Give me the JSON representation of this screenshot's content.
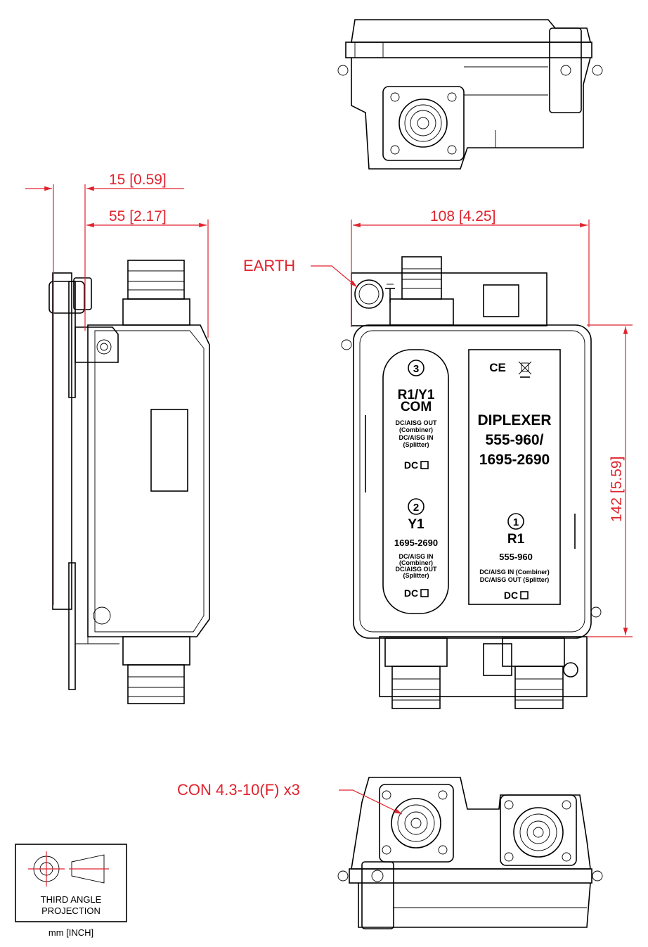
{
  "dimensions": {
    "offset": "15 [0.59]",
    "depth": "55 [2.17]",
    "width": "108 [4.25]",
    "height": "142 [5.59]"
  },
  "callouts": {
    "earth": "EARTH",
    "connector": "CON 4.3-10(F) x3"
  },
  "label_panel_left": {
    "port3_number": "3",
    "port3_name_line1": "R1/Y1",
    "port3_name_line2": "COM",
    "port3_desc_line1": "DC/AISG OUT",
    "port3_desc_line2": "(Combiner)",
    "port3_desc_line3": "DC/AISG IN",
    "port3_desc_line4": "(Splitter)",
    "port3_dc": "DC",
    "port2_number": "2",
    "port2_name": "Y1",
    "port2_band": "1695-2690",
    "port2_desc_line1": "DC/AISG IN",
    "port2_desc_line2": "(Combiner)",
    "port2_desc_line3": "DC/AISG OUT",
    "port2_desc_line4": "(Splitter)",
    "port2_dc": "DC"
  },
  "label_panel_right": {
    "marks": "CE",
    "title_line1": "DIPLEXER",
    "title_line2": "555-960/",
    "title_line3": "1695-2690",
    "port1_number": "1",
    "port1_name": "R1",
    "port1_band": "555-960",
    "port1_desc_line1": "DC/AISG IN (Combiner)",
    "port1_desc_line2": "DC/AISG OUT (Splitter)",
    "port1_dc": "DC"
  },
  "projection_box": {
    "line1": "THIRD ANGLE",
    "line2": "PROJECTION",
    "units": "mm [INCH]"
  },
  "colors": {
    "dimension": "#e0232e",
    "outline": "#000000"
  }
}
